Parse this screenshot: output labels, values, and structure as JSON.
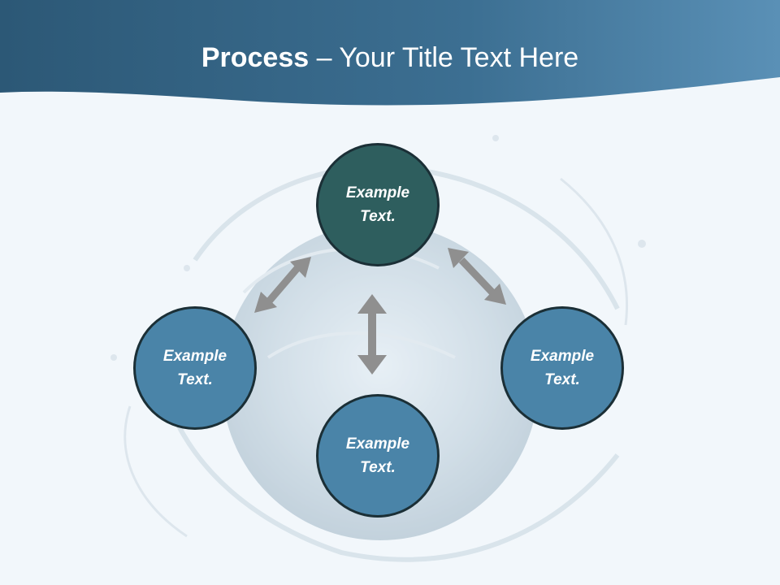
{
  "slide": {
    "title_bold": "Process",
    "title_rest": " – Your Title Text Here"
  },
  "nodes": {
    "top": {
      "line1": "Example",
      "line2": "Text.",
      "color": "#2e5e5e"
    },
    "left": {
      "line1": "Example",
      "line2": "Text.",
      "color": "#4a84a8"
    },
    "right": {
      "line1": "Example",
      "line2": "Text.",
      "color": "#4a84a8"
    },
    "bottom": {
      "line1": "Example",
      "line2": "Text.",
      "color": "#4a84a8"
    }
  },
  "colors": {
    "header_dark": "#2f5d7c",
    "header_light": "#5b8fb5",
    "arrow": "#8f8f8f",
    "background": "#f2f7fb"
  }
}
